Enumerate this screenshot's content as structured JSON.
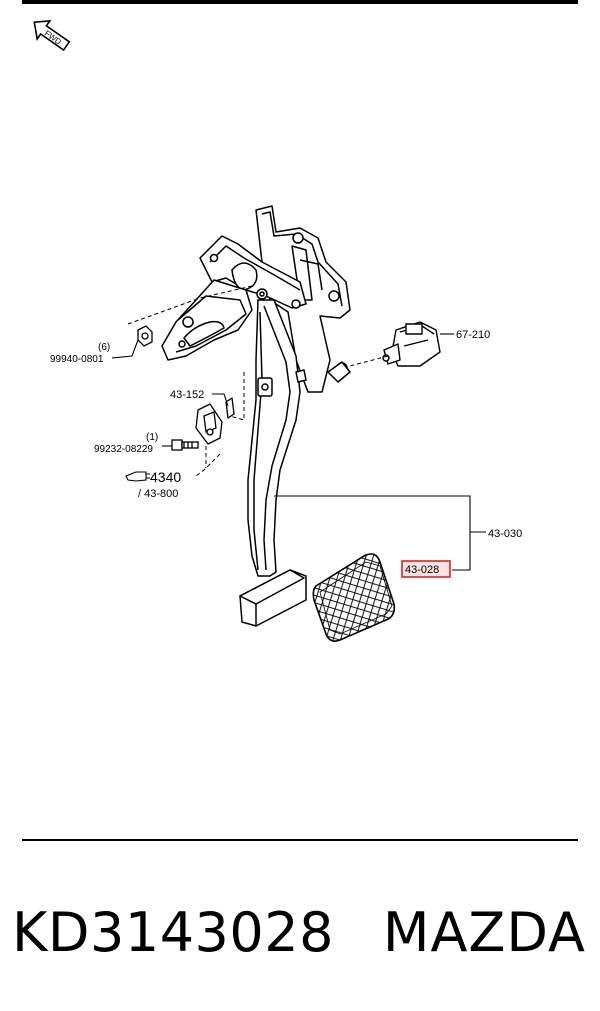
{
  "fwd_label": "FWD",
  "callouts": {
    "part_67_210": "67-210",
    "part_43_152": "43-152",
    "qty_1": "(1)",
    "bolt": "99232-08229",
    "ref_4340": "4340",
    "ref_43_800": "/ 43-800",
    "qty_6": "(6)",
    "nut": "99940-0801",
    "assembly": "43-030",
    "pedal_pad": "43-028"
  },
  "footer": {
    "part_number": "KD3143028",
    "brand": "MAZDA"
  },
  "colors": {
    "highlight": "#d9232a",
    "line": "#000000"
  }
}
